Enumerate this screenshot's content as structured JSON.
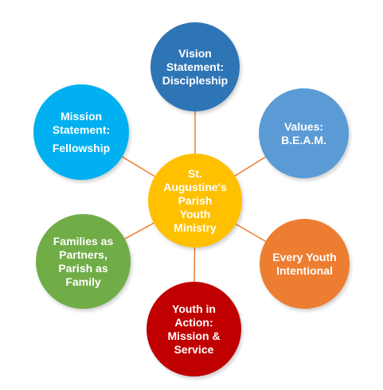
{
  "center": {
    "lines": [
      "St.",
      "Augustine's",
      "Parish",
      "Youth",
      "Ministry"
    ],
    "color": "#FFC000"
  },
  "satellites": [
    {
      "id": "vision",
      "lines": [
        "Vision",
        "Statement:",
        "Discipleship"
      ],
      "color": "#2E75B6"
    },
    {
      "id": "values",
      "lines": [
        "Values:",
        "B.E.A.M."
      ],
      "color": "#5B9BD5"
    },
    {
      "id": "intentional",
      "lines": [
        "Every Youth",
        "Intentional"
      ],
      "color": "#ED7D31"
    },
    {
      "id": "action",
      "lines": [
        "Youth in",
        "Action:",
        "Mission &",
        "Service"
      ],
      "color": "#C00000"
    },
    {
      "id": "families",
      "lines": [
        "Families as",
        "Partners,",
        "Parish as",
        "Family"
      ],
      "color": "#70AD47"
    },
    {
      "id": "mission",
      "lines": [
        "Mission",
        "Statement:",
        "",
        "Fellowship"
      ],
      "color": "#00B0F0"
    }
  ],
  "connector_color": "#ED7D31"
}
